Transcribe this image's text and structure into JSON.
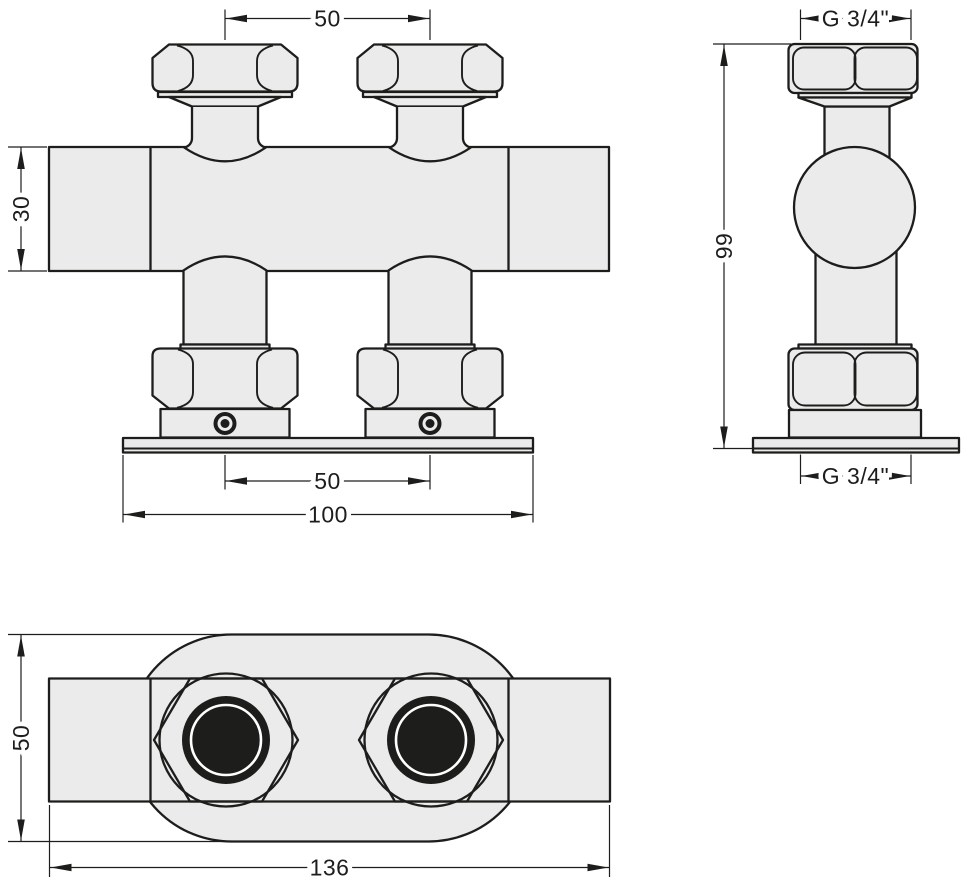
{
  "colors": {
    "background": "#ffffff",
    "line": "#1d1d1b",
    "part_fill": "#ebebeb",
    "port_fill": "#1d1d1b"
  },
  "views": {
    "front": {
      "dims": {
        "top_spacing": "50",
        "body_height": "30",
        "bottom_spacing": "50",
        "overall_length": "100"
      }
    },
    "side": {
      "dims": {
        "thread_top": "G 3/4\"",
        "height": "99",
        "thread_bottom": "G 3/4\""
      }
    },
    "bottom": {
      "dims": {
        "plate_width": "50",
        "body_length": "136"
      }
    }
  }
}
